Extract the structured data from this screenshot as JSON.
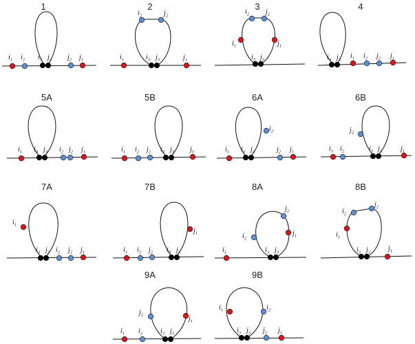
{
  "colors": {
    "red": "#e0141b",
    "blue": "#5b8fd6",
    "black": "#000000"
  },
  "diagrams": [
    {
      "title": "1"
    },
    {
      "title": "2"
    },
    {
      "title": "3"
    },
    {
      "title": "4"
    },
    {
      "title": "5A"
    },
    {
      "title": "5B"
    },
    {
      "title": "6A"
    },
    {
      "title": "6B"
    },
    {
      "title": "7A"
    },
    {
      "title": "7B"
    },
    {
      "title": "8A"
    },
    {
      "title": "8B"
    },
    {
      "title": "9A"
    },
    {
      "title": "9B"
    }
  ],
  "labels": {
    "i1": [
      "i",
      "1"
    ],
    "i2": [
      "i",
      "2"
    ],
    "i3": [
      "i",
      "3"
    ],
    "j1": [
      "j",
      "1"
    ],
    "j2": [
      "j",
      "2"
    ],
    "j3": [
      "j",
      "3"
    ]
  }
}
